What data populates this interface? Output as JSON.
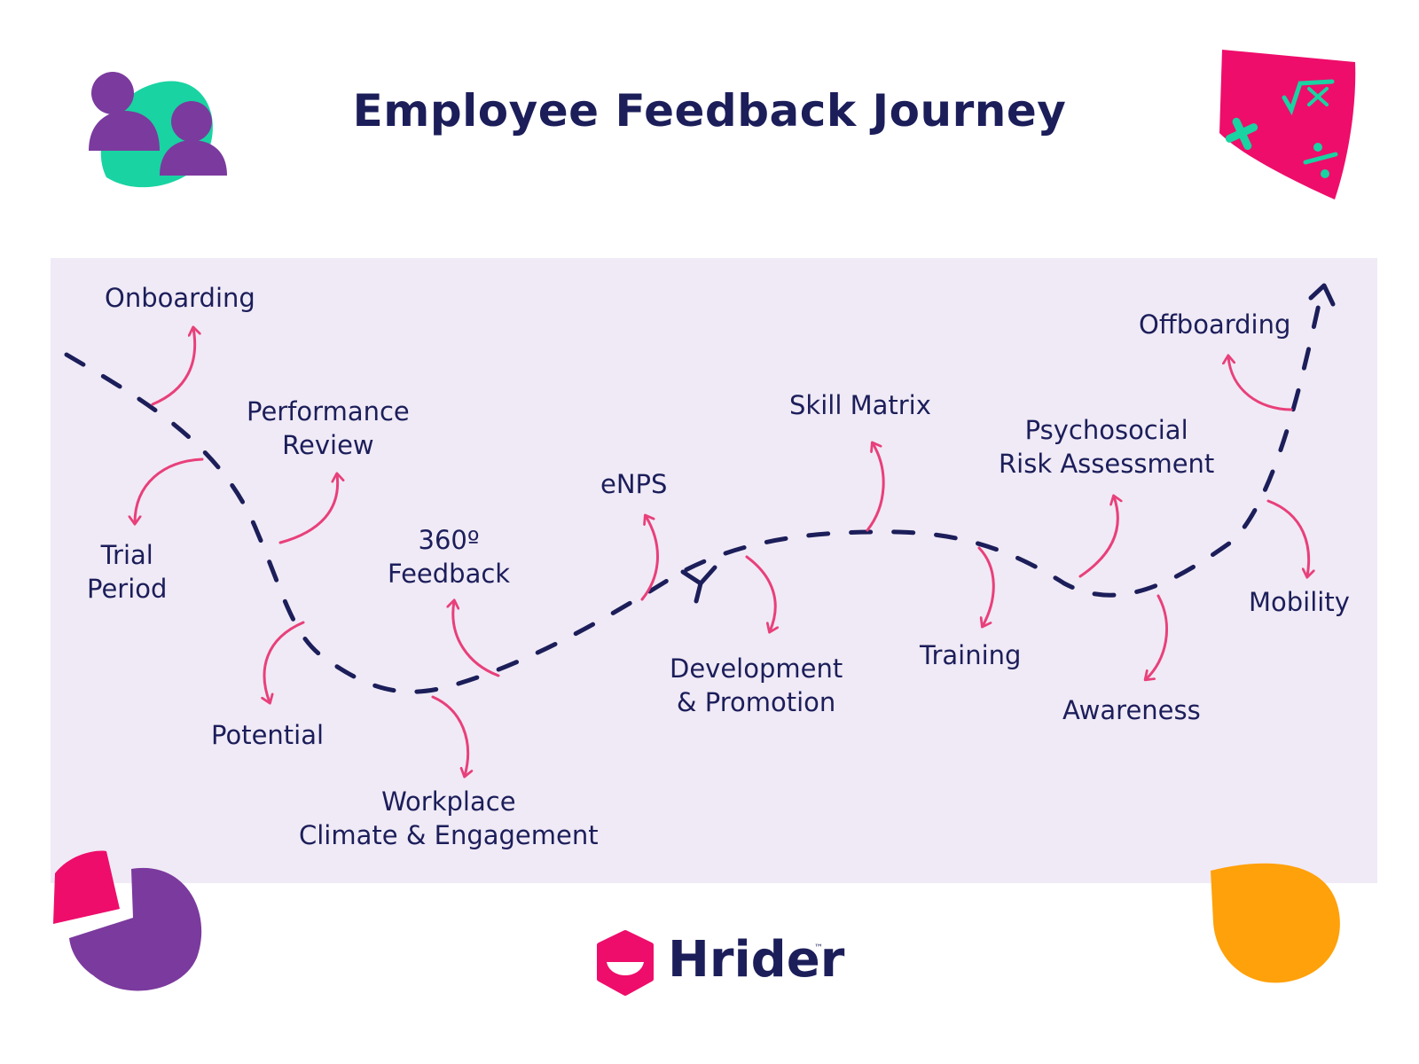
{
  "title": "Employee Feedback Journey",
  "brand": {
    "name": "Hrider",
    "trademark": "™"
  },
  "stages": [
    "Onboarding",
    "Trial\nPeriod",
    "Performance\nReview",
    "Potential",
    "Workplace\nClimate & Engagement",
    "360º\nFeedback",
    "eNPS",
    "Development\n& Promotion",
    "Skill Matrix",
    "Training",
    "Psychosocial\nRisk Assessment",
    "Awareness",
    "Offboarding",
    "Mobility"
  ],
  "colors": {
    "navy": "#1c1e5a",
    "pink": "#e8407a",
    "panel": "#f0eaf6",
    "purple": "#7b3a9e",
    "teal": "#19d3a2",
    "magenta": "#ee0d6b",
    "orange": "#ffa10a"
  },
  "icons": [
    "people-icon",
    "math-icon",
    "pie-chart-icon",
    "drop-icon",
    "hrider-logo-icon"
  ]
}
